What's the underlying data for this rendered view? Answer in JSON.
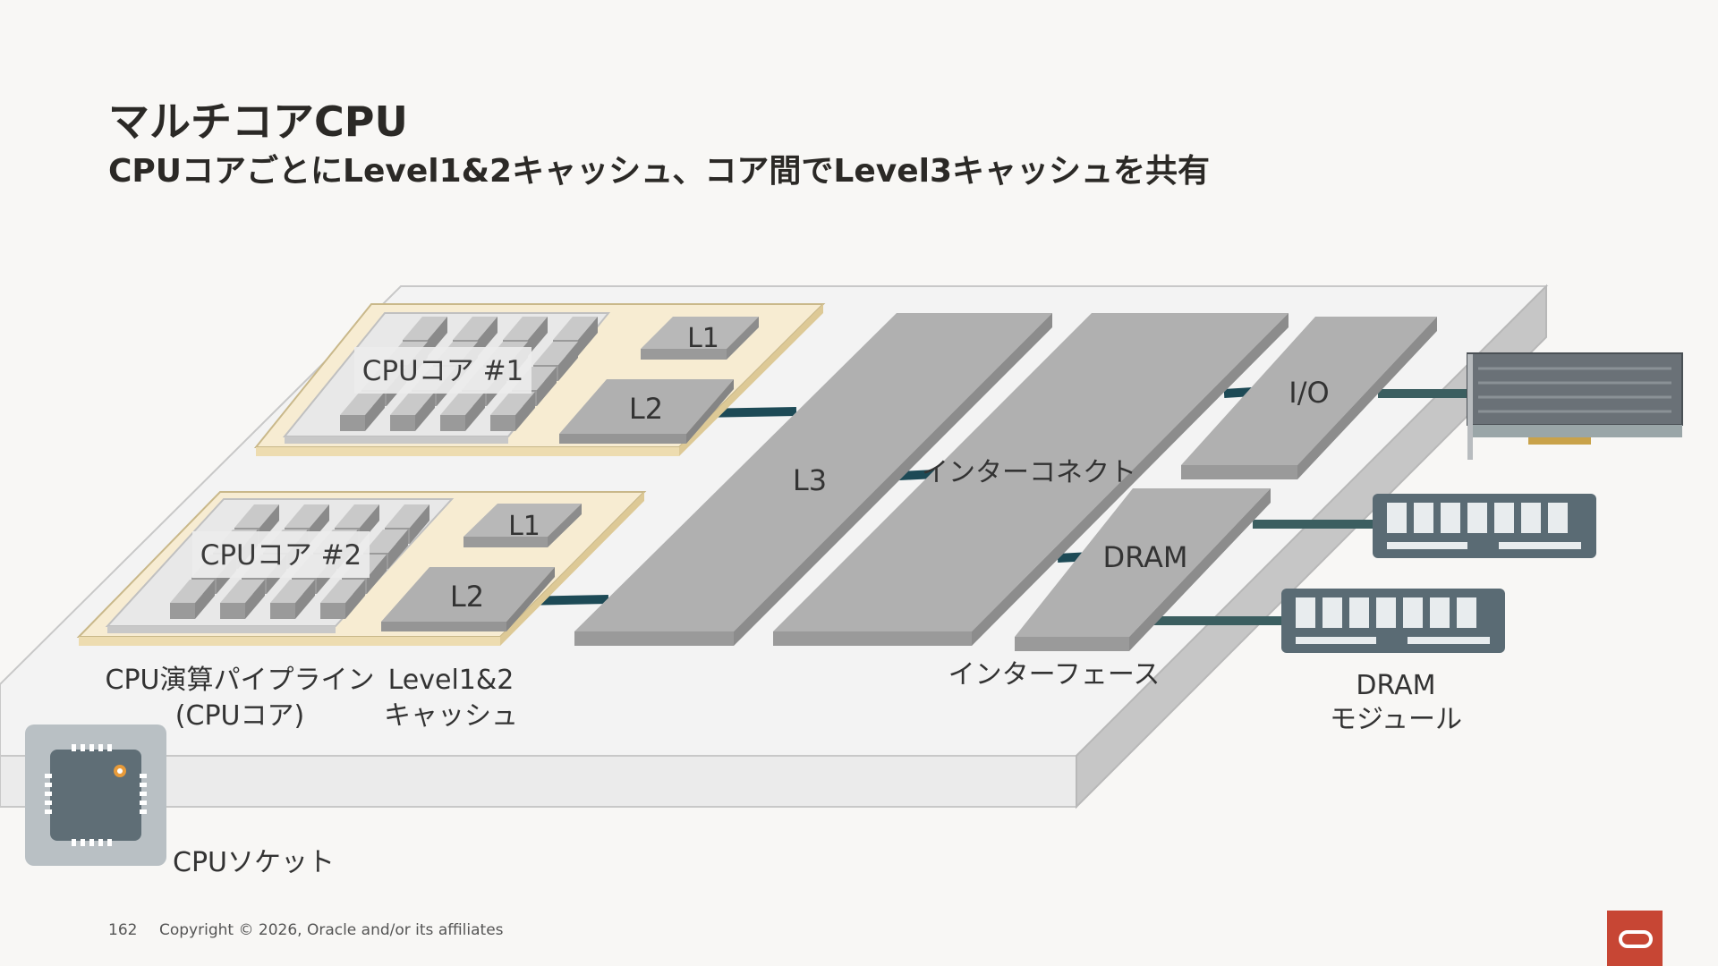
{
  "slide": {
    "title": "マルチコアCPU",
    "subtitle": "CPUコアごとにLevel1&2キャッシュ、コア間でLevel3キャッシュを共有"
  },
  "diagram": {
    "core1": "CPUコア #1",
    "core2": "CPUコア #2",
    "l1": "L1",
    "l2": "L2",
    "l3": "L3",
    "interconnect": "インターコネクト",
    "io": "I/O",
    "dram": "DRAM",
    "captions": {
      "pipeline_line1": "CPU演算パイプライン",
      "pipeline_line2": "(CPUコア)",
      "cache_line1": "Level1&2",
      "cache_line2": "キャッシュ",
      "interface": "インターフェース",
      "dram_module_line1": "DRAM",
      "dram_module_line2": "モジュール",
      "socket": "CPUソケット"
    }
  },
  "footer": {
    "page_number": "162",
    "copyright": "Copyright © 2026, Oracle and/or its affiliates"
  },
  "colors": {
    "brand": "#c74634",
    "connector": "#1d4a56",
    "block": "#b0b0b0",
    "core_tray": "#f7ecd2",
    "dram_module": "#5a6b74"
  }
}
